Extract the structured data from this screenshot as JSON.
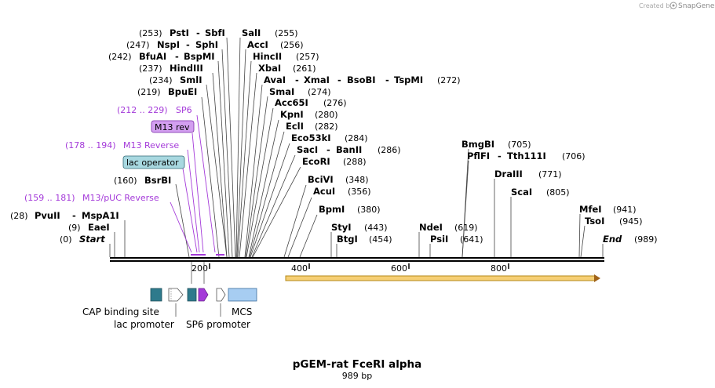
{
  "credit": {
    "prefix": "Created by",
    "brand": "SnapGene"
  },
  "map": {
    "title": "pGEM-rat FceRI alpha",
    "subtitle": "989 bp",
    "length": 989,
    "scale_ticks": [
      "200",
      "400",
      "600",
      "800"
    ]
  },
  "sites": [
    {
      "pos": "(253)",
      "name": "PstI",
      "sep": "-",
      "name2": "SbfI"
    },
    {
      "pos": "(247)",
      "name": "NspI",
      "sep": "-",
      "name2": "SphI"
    },
    {
      "pos": "(242)",
      "name": "BfuAI",
      "sep": "-",
      "name2": "BspMI"
    },
    {
      "pos": "(237)",
      "name": "HindIII"
    },
    {
      "pos": "(234)",
      "name": "SmlI"
    },
    {
      "pos": "(219)",
      "name": "BpuEI"
    },
    {
      "pos": "(160)",
      "name": "BsrBI"
    },
    {
      "pos": "(28)",
      "name": "PvuII",
      "sep": "-",
      "name2": "MspA1I"
    },
    {
      "pos": "(9)",
      "name": "EaeI"
    },
    {
      "pos": "(0)",
      "name": "Start"
    },
    {
      "name": "SalI",
      "pos": "(255)"
    },
    {
      "name": "AccI",
      "pos": "(256)"
    },
    {
      "name": "HincII",
      "pos": "(257)"
    },
    {
      "name": "XbaI",
      "pos": "(261)"
    },
    {
      "name": "AvaI",
      "sep": "-",
      "name2": "XmaI",
      "sep2": "-",
      "name3": "BsoBI",
      "sep3": "-",
      "name4": "TspMI",
      "pos": "(272)"
    },
    {
      "name": "SmaI",
      "pos": "(274)"
    },
    {
      "name": "Acc65I",
      "pos": "(276)"
    },
    {
      "name": "KpnI",
      "pos": "(280)"
    },
    {
      "name": "EclI",
      "pos": "(282)"
    },
    {
      "name": "Eco53kI",
      "pos": "(284)"
    },
    {
      "name": "SacI",
      "sep": "-",
      "name2": "BanII",
      "pos": "(286)"
    },
    {
      "name": "EcoRI",
      "pos": "(288)"
    },
    {
      "name": "BciVI",
      "pos": "(348)"
    },
    {
      "name": "AcuI",
      "pos": "(356)"
    },
    {
      "name": "BpmI",
      "pos": "(380)"
    },
    {
      "name": "StyI",
      "pos": "(443)"
    },
    {
      "name": "BtgI",
      "pos": "(454)"
    },
    {
      "name": "NdeI",
      "pos": "(619)"
    },
    {
      "name": "PsiI",
      "pos": "(641)"
    },
    {
      "name": "BmgBI",
      "pos": "(705)"
    },
    {
      "name": "PflFI",
      "sep": "-",
      "name2": "Tth111I",
      "pos": "(706)"
    },
    {
      "name": "DraIII",
      "pos": "(771)"
    },
    {
      "name": "ScaI",
      "pos": "(805)"
    },
    {
      "name": "MfeI",
      "pos": "(941)"
    },
    {
      "name": "TsoI",
      "pos": "(945)"
    },
    {
      "name": "End",
      "pos": "(989)"
    }
  ],
  "primers": [
    {
      "range": "(212 .. 229)",
      "name": "SP6"
    },
    {
      "name": "M13 rev"
    },
    {
      "range": "(178 .. 194)",
      "name": "M13 Reverse"
    },
    {
      "name": "lac operator"
    },
    {
      "range": "(159 .. 181)",
      "name": "M13/pUC Reverse"
    }
  ],
  "features": {
    "cap_binding_site": "CAP binding site",
    "lac_promoter": "lac promoter",
    "sp6_promoter": "SP6 promoter",
    "mcs": "MCS"
  },
  "colors": {
    "primer": "#a43ad9",
    "teal_feature": "#2e7a8c",
    "mcs_fill": "#a7cdf2",
    "orf_fill": "#f6cf74",
    "m13rev_fill": "#d39ff0",
    "lacop_fill": "#a8d8e0"
  }
}
